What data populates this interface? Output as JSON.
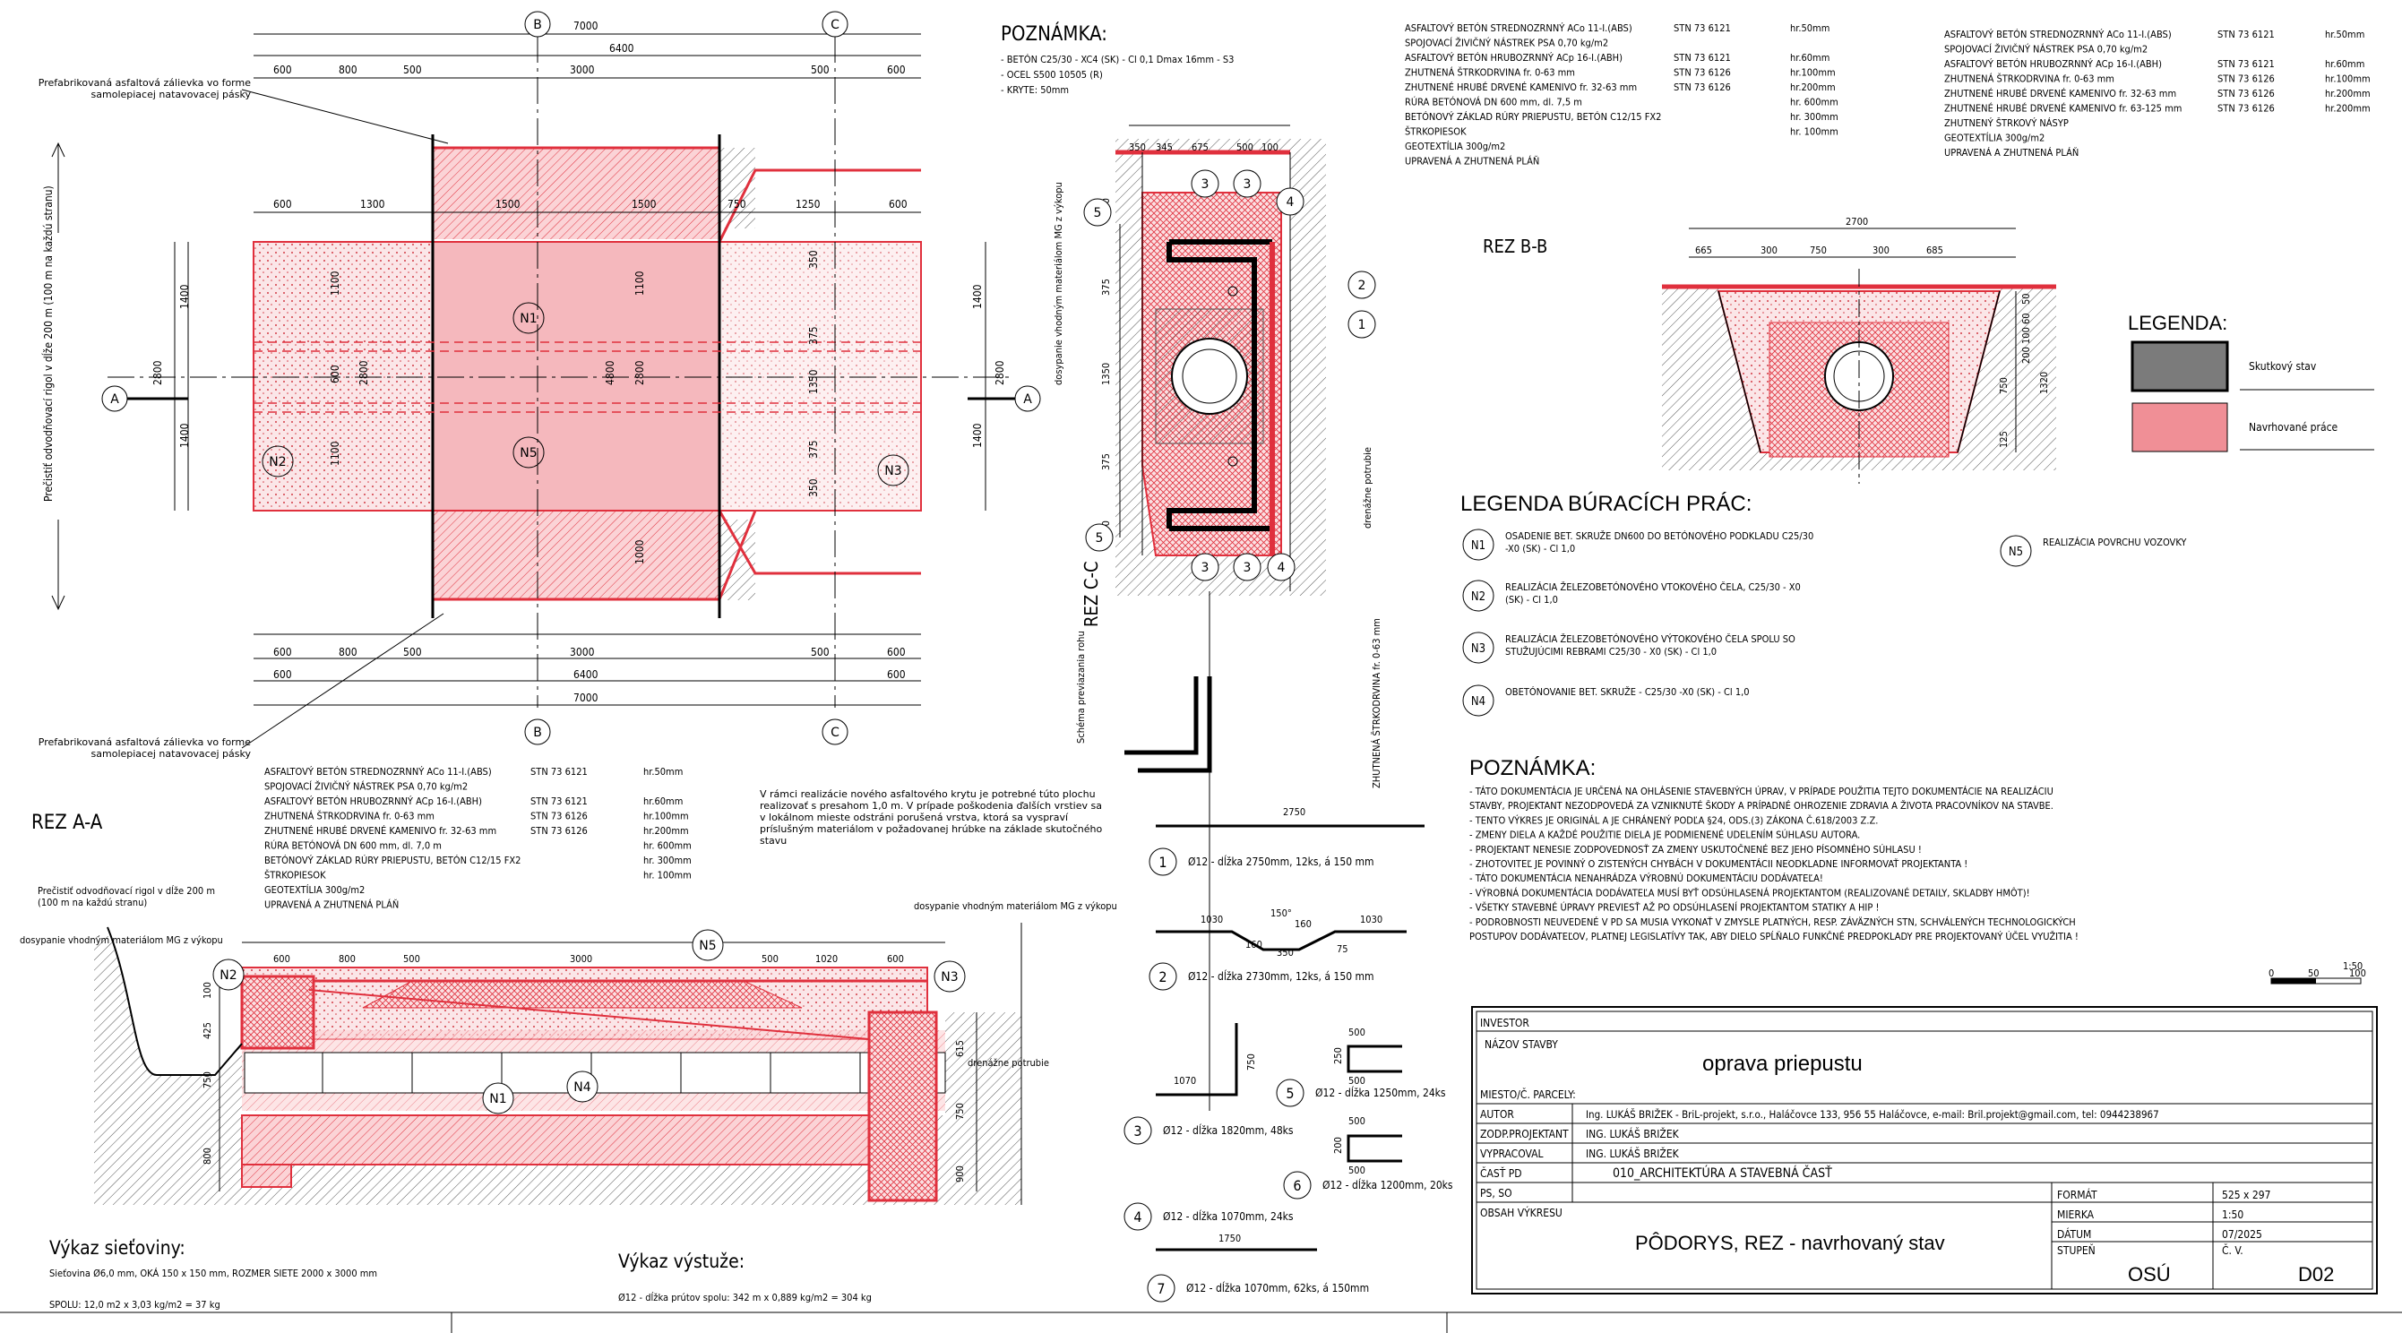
{
  "dims": {
    "top1": "7000",
    "top2": "6400",
    "top3": [
      "600",
      "800",
      "500",
      "3000",
      "500",
      "600"
    ],
    "top4": [
      "600",
      "1300",
      "1500",
      "1500",
      "750",
      "1250",
      "600"
    ],
    "left": [
      "1400",
      "1400"
    ],
    "left_total": "2800",
    "right": [
      "1400",
      "1400"
    ],
    "right_total": "2800",
    "center_v": [
      "1100",
      "1100",
      "600",
      "2800",
      "4800",
      "2800",
      "1100",
      "1000",
      "350",
      "350"
    ],
    "bottom1": [
      "600",
      "800",
      "500",
      "3000",
      "500",
      "600"
    ],
    "bottom2": "6400",
    "bottom3": "7000",
    "mid_v": [
      "350",
      "375",
      "1350",
      "375",
      "350"
    ]
  },
  "plan": {
    "label_top_left": "Prefabrikovaná asfaltová zálievka vo forme samolepiacej natavovacej pásky",
    "label_bottom_left": "Prefabrikovaná asfaltová zálievka vo forme samolepiacej natavovacej pásky",
    "side_note": "Prečistiť odvodňovací rigol v dĺže 200 m (100 m na každú stranu)",
    "markers": [
      "A",
      "A",
      "B",
      "B",
      "C",
      "C"
    ],
    "n_labels": [
      "N1",
      "N5",
      "N2",
      "N3"
    ],
    "note_box": "V rámci realizácie nového asfaltového krytu je potrebné túto plochu realizovať s presahom 1,0 m. V prípade poškodenia ďalších vrstiev sa v lokálnom mieste odstráni porušená vrstva, ktorá sa vyspraví príslušným materiálom v požadovanej hrúbke na základe skutočného stavu"
  },
  "poznamka_top": {
    "title": "POZNÁMKA:",
    "lines": [
      "- BETÓN C25/30 - XC4 (SK) - Cl 0,1 Dmax 16mm - S3",
      "- OCEL S500 10505 (R)",
      "- KRYTE: 50mm"
    ]
  },
  "layers_top": [
    [
      "ASFALTOVÝ BETÓN STREDNOZRNNÝ ACo 11-I.(ABS)",
      "STN 73 6121",
      "hr.50mm"
    ],
    [
      "SPOJOVACÍ ŽIVIČNÝ NÁSTREK PSA 0,70 kg/m2",
      "",
      ""
    ],
    [
      "ASFALTOVÝ BETÓN HRUBOZRNNÝ ACp 16-I.(ABH)",
      "STN 73 6121",
      "hr.60mm"
    ],
    [
      "ZHUTNENÁ ŠTRKODRVINA fr. 0-63 mm",
      "STN 73 6126",
      "hr.100mm"
    ],
    [
      "ZHUTNENÉ HRUBÉ DRVENÉ KAMENIVO fr. 32-63 mm",
      "STN 73 6126",
      "hr.200mm"
    ],
    [
      "RÚRA BETÓNOVÁ DN 600 mm, dl. 7,5 m",
      "",
      "hr. 600mm"
    ],
    [
      "BETÓNOVÝ ZÁKLAD RÚRY PRIEPUSTU, BETÓN C12/15 FX2",
      "",
      "hr. 300mm"
    ],
    [
      "ŠTRKOPIESOK",
      "",
      "hr. 100mm"
    ],
    [
      "GEOTEXTÍLIA 300g/m2",
      "",
      ""
    ],
    [
      "UPRAVENÁ A ZHUTNENÁ PLÁŇ",
      "",
      ""
    ]
  ],
  "layers_right": [
    [
      "ASFALTOVÝ BETÓN STREDNOZRNNÝ ACo 11-I.(ABS)",
      "STN 73 6121",
      "hr.50mm"
    ],
    [
      "SPOJOVACÍ ŽIVIČNÝ NÁSTREK PSA 0,70 kg/m2",
      "",
      ""
    ],
    [
      "ASFALTOVÝ BETÓN HRUBOZRNNÝ ACp 16-I.(ABH)",
      "STN 73 6121",
      "hr.60mm"
    ],
    [
      "ZHUTNENÁ ŠTRKODRVINA fr. 0-63 mm",
      "STN 73 6126",
      "hr.100mm"
    ],
    [
      "ZHUTNENÉ HRUBÉ DRVENÉ KAMENIVO fr. 32-63 mm",
      "STN 73 6126",
      "hr.200mm"
    ],
    [
      "ZHUTNENÉ HRUBÉ DRVENÉ KAMENIVO fr. 63-125 mm",
      "STN 73 6126",
      "hr.200mm"
    ],
    [
      "ZHUTNENÝ ŠTRKOVÝ NÁSYP",
      "",
      ""
    ],
    [
      "GEOTEXTÍLIA 300g/m2",
      "",
      ""
    ],
    [
      "UPRAVENÁ A ZHUTNENÁ PLÁŇ",
      "",
      ""
    ]
  ],
  "layers_aa": [
    [
      "ASFALTOVÝ BETÓN STREDNOZRNNÝ ACo 11-I.(ABS)",
      "STN 73 6121",
      "hr.50mm"
    ],
    [
      "SPOJOVACÍ ŽIVIČNÝ NÁSTREK PSA 0,70 kg/m2",
      "",
      ""
    ],
    [
      "ASFALTOVÝ BETÓN HRUBOZRNNÝ ACp 16-I.(ABH)",
      "STN 73 6121",
      "hr.60mm"
    ],
    [
      "ZHUTNENÁ ŠTRKODRVINA fr. 0-63 mm",
      "STN 73 6126",
      "hr.100mm"
    ],
    [
      "ZHUTNENÉ HRUBÉ DRVENÉ KAMENIVO fr. 32-63 mm",
      "STN 73 6126",
      "hr.200mm"
    ],
    [
      "RÚRA BETÓNOVÁ DN 600 mm, dl. 7,0 m",
      "",
      "hr. 600mm"
    ],
    [
      "BETÓNOVÝ ZÁKLAD RÚRY PRIEPUSTU, BETÓN C12/15 FX2",
      "",
      "hr. 300mm"
    ],
    [
      "ŠTRKOPIESOK",
      "",
      "hr. 100mm"
    ],
    [
      "GEOTEXTÍLIA 300g/m2",
      "",
      ""
    ],
    [
      "UPRAVENÁ A ZHUTNENÁ PLÁŇ",
      "",
      ""
    ]
  ],
  "rez_bb": {
    "title": "REZ B-B",
    "dims_top": [
      "665",
      "300",
      "750",
      "300",
      "685"
    ],
    "dim_total": "2700",
    "dims_right": [
      "50",
      "60",
      "100",
      "200",
      "1320",
      "750",
      "125"
    ]
  },
  "rez_cc": {
    "title": "REZ C-C",
    "dims_top": [
      "350",
      "345",
      "675",
      "500",
      "100"
    ],
    "label_right": "drenážne potrubie",
    "label_left": "dosypanie vhodným materiálom MG z výkopu",
    "label_bottom": "ZHUTNENÁ ŠTRKODRVINA fr. 0-63 mm",
    "schema": "Schéma previazania rohu",
    "circles": [
      "5",
      "3",
      "4",
      "2",
      "1",
      "5",
      "3",
      "3",
      "4"
    ]
  },
  "legenda": {
    "title": "LEGENDA:",
    "items": [
      {
        "label": "Skutkový stav",
        "color": "#7b7b7b"
      },
      {
        "label": "Navrhované práce",
        "color": "#f08f96"
      }
    ]
  },
  "legenda_burac": {
    "title": "LEGENDA BÚRACÍCH PRÁC:",
    "items": [
      {
        "id": "N1",
        "text": "OSADENIE BET. SKRUŽE DN600 DO BETÓNOVÉHO PODKLADU C25/30 -X0 (SK) - Cl 1,0"
      },
      {
        "id": "N2",
        "text": "REALIZÁCIA ŽELEZOBETÓNOVÉHO VTOKOVÉHO ČELA, C25/30 - X0 (SK) - Cl 1,0"
      },
      {
        "id": "N3",
        "text": "REALIZÁCIA ŽELEZOBETÓNOVÉHO VÝTOKOVÉHO ČELA SPOLU SO STUŽUJÚCIMI REBRAMI C25/30 - X0 (SK) - Cl 1,0"
      },
      {
        "id": "N4",
        "text": "OBETÓNOVANIE BET. SKRUŽE - C25/30 -X0 (SK) - Cl 1,0"
      },
      {
        "id": "N5",
        "text": "REALIZÁCIA POVRCHU VOZOVKY"
      }
    ]
  },
  "poznamka_main": {
    "title": "POZNÁMKA:",
    "lines": [
      "- TÁTO DOKUMENTÁCIA JE URČENÁ NA OHLÁSENIE STAVEBNÝCH ÚPRAV, V PRÍPADE POUŽITIA TEJTO DOKUMENTÁCIE NA REALIZÁCIU",
      "  STAVBY, PROJEKTANT NEZODPOVEDÁ ZA VZNIKNUTÉ ŠKODY A PRÍPADNÉ OHROZENIE ZDRAVIA A ŽIVOTA PRACOVNÍKOV NA STAVBE.",
      "- TENTO VÝKRES JE ORIGINÁL A JE CHRÁNENÝ PODĽA §24, ODS.(3) ZÁKONA Č.618/2003 Z.Z.",
      "- ZMENY DIELA A KAŽDÉ POUŽITIE DIELA JE PODMIENENÉ UDELENÍM SÚHLASU AUTORA.",
      "- PROJEKTANT NENESIE ZODPOVEDNOSŤ ZA ZMENY USKUTOČNENÉ BEZ JEHO PÍSOMNÉHO SÚHLASU !",
      "- ZHOTOVITEĽ JE POVINNÝ O ZISTENÝCH CHYBÁCH V DOKUMENTÁCII NEODKLADNE INFORMOVAŤ PROJEKTANTA !",
      "- TÁTO DOKUMENTÁCIA NENAHRÁDZA VÝROBNÚ DOKUMENTÁCIU DODÁVATEĽA!",
      "- VÝROBNÁ DOKUMENTÁCIA DODÁVATEĽA MUSÍ BYŤ ODSÚHLASENÁ PROJEKTANTOM (REALIZOVANÉ DETAILY, SKLADBY HMÔT)!",
      "- VŠETKY STAVEBNÉ ÚPRAVY PREVIESŤ AŽ PO ODSÚHLASENÍ PROJEKTANTOM STATIKY A HIP !",
      "- PODROBNOSTI NEUVEDENÉ V PD SA MUSIA VYKONAŤ V ZMYSLE PLATNÝCH, RESP. ZÁVÄZNÝCH STN, SCHVÁLENÝCH TECHNOLOGICKÝCH",
      "  POSTUPOV DODÁVATEĽOV, PLATNEJ LEGISLATÍVY TAK, ABY DIELO SPĹŇALO FUNKČNÉ PREDPOKLADY PRE PROJEKTOVANÝ ÚČEL VYUŽITIA !"
    ]
  },
  "rez_aa": {
    "title": "REZ A-A",
    "label_left1": "Prečistiť odvodňovací rigol v dĺže 200 m",
    "label_left2": "(100 m na každú stranu)",
    "label_left3": "dosypanie vhodným materiálom MG z výkopu",
    "label_right1": "dosypanie vhodným materiálom MG z výkopu",
    "label_right2": "drenážne potrubie",
    "dims_top": [
      "600",
      "800",
      "500",
      "3000",
      "500",
      "1020",
      "600"
    ],
    "dims_left": [
      "100",
      "425",
      "750",
      "800"
    ],
    "dims_right": [
      "615",
      "750",
      "900"
    ],
    "circles": [
      "N2",
      "N5",
      "N3",
      "N1",
      "N4"
    ]
  },
  "vykaz_siet": {
    "title": "Výkaz sieťoviny:",
    "l1": "Sieťovina Ø6,0 mm, OKÁ 150 x 150 mm, ROZMER SIETE 2000 x 3000 mm",
    "l2": "SPOLU: 12,0 m2 x 3,03 kg/m2 = 37 kg"
  },
  "vykaz_vystuz": {
    "title": "Výkaz výstuže:",
    "l1": "Ø12 - dĺžka prútov spolu: 342 m x 0,889 kg/m2 = 304 kg"
  },
  "rebars": [
    {
      "n": "1",
      "text": "Ø12 - dĺžka 2750mm, 12ks, á 150 mm",
      "dims": [
        "2750"
      ]
    },
    {
      "n": "2",
      "text": "Ø12 - dĺžka 2730mm, 12ks, á 150 mm",
      "dims": [
        "1030",
        "150°",
        "160",
        "1030",
        "160",
        "350",
        "75"
      ]
    },
    {
      "n": "3",
      "text": "Ø12 - dĺžka 1820mm, 48ks",
      "dims": [
        "1070",
        "750"
      ]
    },
    {
      "n": "4",
      "text": "Ø12 - dĺžka 1070mm, 24ks",
      "dims": [
        "1750"
      ]
    },
    {
      "n": "5",
      "text": "Ø12 - dĺžka 1250mm, 24ks",
      "dims": [
        "500",
        "250",
        "500"
      ]
    },
    {
      "n": "6",
      "text": "Ø12 - dĺžka 1200mm, 20ks",
      "dims": [
        "500",
        "200",
        "500"
      ]
    },
    {
      "n": "7",
      "text": "Ø12 - dĺžka 1070mm, 62ks, á 150mm",
      "dims": []
    }
  ],
  "scale": {
    "label": "1:50",
    "ticks": [
      "0",
      "50",
      "100"
    ]
  },
  "title_block": {
    "investor_label": "INVESTOR",
    "stavba_label": "NÁZOV STAVBY",
    "stavba": "oprava priepustu",
    "miesto_label": "MIESTO/Č. PARCELY:",
    "autor_label": "AUTOR",
    "autor": "Ing. LUKÁŠ BRIŽEK - BriL-projekt, s.r.o., Haláčovce 133, 956 55 Haláčovce, e-mail: Bril.projekt@gmail.com, tel: 0944238967",
    "zodp_label": "ZODP.PROJEKTANT",
    "zodp": "ING. LUKÁŠ BRIŽEK",
    "vypr_label": "VYPRACOVAL",
    "vypr": "ING. LUKÁŠ BRIŽEK",
    "cast_label": "ČASŤ PD",
    "cast": "010_ARCHITEKTÚRA A STAVEBNÁ ČASŤ",
    "ps_label": "PS, SO",
    "obsah_label": "OBSAH VÝKRESU",
    "obsah": "PÔDORYS, REZ - navrhovaný stav",
    "format_label": "FORMÁT",
    "format": "525 x 297",
    "mierka_label": "MIERKA",
    "mierka": "1:50",
    "datum_label": "DÁTUM",
    "datum": "07/2025",
    "stupen_label": "STUPEŇ",
    "stupen": "OSÚ",
    "cv_label": "Č. V.",
    "cv": "D02"
  }
}
